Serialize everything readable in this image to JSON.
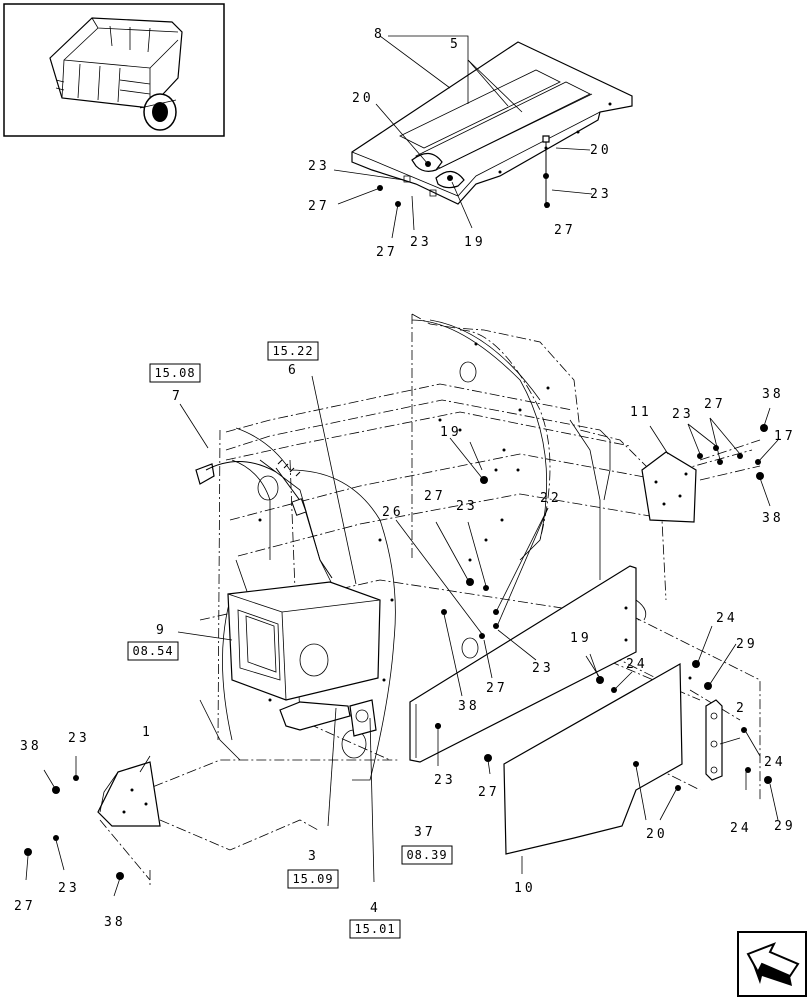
{
  "callouts": [
    {
      "id": "c8",
      "text": "8"
    },
    {
      "id": "c5",
      "text": "5"
    },
    {
      "id": "c20a",
      "text": "20"
    },
    {
      "id": "c20b",
      "text": "20"
    },
    {
      "id": "c23a",
      "text": "23"
    },
    {
      "id": "c23b",
      "text": "23"
    },
    {
      "id": "c23c",
      "text": "23"
    },
    {
      "id": "c27a",
      "text": "27"
    },
    {
      "id": "c27b",
      "text": "27"
    },
    {
      "id": "c27c",
      "text": "27"
    },
    {
      "id": "c19a",
      "text": "19"
    },
    {
      "id": "c7",
      "text": "7"
    },
    {
      "id": "c6",
      "text": "6"
    },
    {
      "id": "c11",
      "text": "11"
    },
    {
      "id": "c23d",
      "text": "23"
    },
    {
      "id": "c27d",
      "text": "27"
    },
    {
      "id": "c38a",
      "text": "38"
    },
    {
      "id": "c17",
      "text": "17"
    },
    {
      "id": "c38b",
      "text": "38"
    },
    {
      "id": "c19b",
      "text": "19"
    },
    {
      "id": "c27e",
      "text": "27"
    },
    {
      "id": "c23e",
      "text": "23"
    },
    {
      "id": "c26",
      "text": "26"
    },
    {
      "id": "c22",
      "text": "22"
    },
    {
      "id": "c9",
      "text": "9"
    },
    {
      "id": "c38c",
      "text": "38"
    },
    {
      "id": "c27f",
      "text": "27"
    },
    {
      "id": "c23f",
      "text": "23"
    },
    {
      "id": "c19c",
      "text": "19"
    },
    {
      "id": "c24a",
      "text": "24"
    },
    {
      "id": "c24b",
      "text": "24"
    },
    {
      "id": "c29a",
      "text": "29"
    },
    {
      "id": "c2",
      "text": "2"
    },
    {
      "id": "c24c",
      "text": "24"
    },
    {
      "id": "c24d",
      "text": "24"
    },
    {
      "id": "c29b",
      "text": "29"
    },
    {
      "id": "c38d",
      "text": "38"
    },
    {
      "id": "c23g",
      "text": "23"
    },
    {
      "id": "c1",
      "text": "1"
    },
    {
      "id": "c23h",
      "text": "23"
    },
    {
      "id": "c27g",
      "text": "27"
    },
    {
      "id": "c38e",
      "text": "38"
    },
    {
      "id": "c3",
      "text": "3"
    },
    {
      "id": "c4",
      "text": "4"
    },
    {
      "id": "c23i",
      "text": "23"
    },
    {
      "id": "c27h",
      "text": "27"
    },
    {
      "id": "c37",
      "text": "37"
    },
    {
      "id": "c20c",
      "text": "20"
    },
    {
      "id": "c10",
      "text": "10"
    }
  ],
  "ref_boxes": [
    {
      "id": "r1508",
      "text": "15.08"
    },
    {
      "id": "r1522",
      "text": "15.22"
    },
    {
      "id": "r0854",
      "text": "08.54"
    },
    {
      "id": "r1509",
      "text": "15.09"
    },
    {
      "id": "r1501",
      "text": "15.01"
    },
    {
      "id": "r0839",
      "text": "08.39"
    }
  ],
  "icons": {
    "thumbnail": "baler-machine-thumbnail",
    "nav": "next-page-arrow-icon"
  }
}
